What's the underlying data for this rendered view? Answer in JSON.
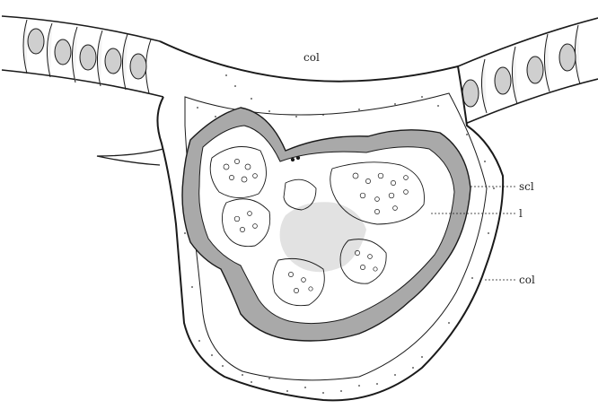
{
  "figure": {
    "labels": {
      "top_col": "col",
      "scl": "scl",
      "l": "l",
      "right_col": "col"
    }
  },
  "colors": {
    "ink": "#1a1a1a",
    "sclerenchyma_fill": "#a9a9a9",
    "lumen_fill": "#e2e2e2",
    "paper": "#ffffff"
  }
}
